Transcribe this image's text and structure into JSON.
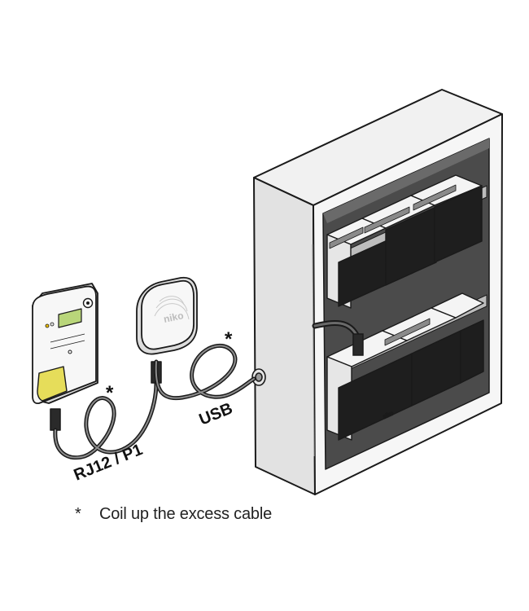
{
  "labels": {
    "rj12": "RJ12 / P1",
    "usb": "USB",
    "asterisk": "*",
    "gateway_brand": "niko",
    "module_brand": "niko"
  },
  "footnote": {
    "marker": "*",
    "text": "Coil up the excess cable"
  },
  "colors": {
    "outline": "#1a1a1a",
    "meter_tag": "#e6dd5a",
    "meter_display": "#b9d67a",
    "module_dark": "#1e1e1e",
    "cabinet_interior": "#4b4b4b"
  }
}
